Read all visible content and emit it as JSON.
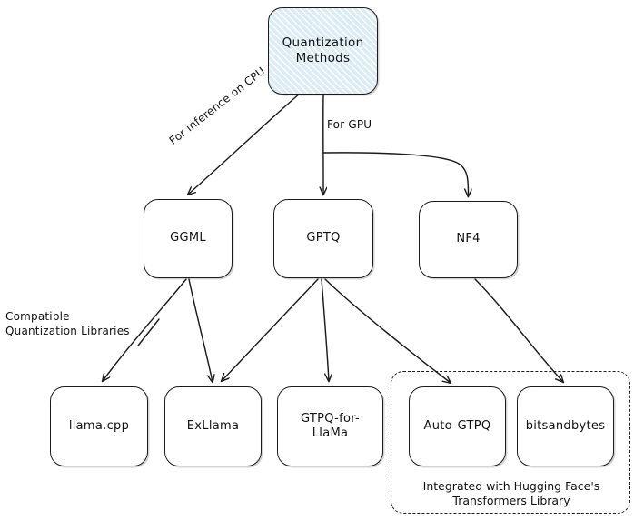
{
  "diagram": {
    "title": "Quantization Methods",
    "root": {
      "id": "quantization-methods",
      "label": "Quantization\nMethods",
      "fill": "#dcecf4",
      "stroke": "#1b1b1b"
    },
    "methods": [
      {
        "id": "ggml",
        "label": "GGML"
      },
      {
        "id": "gptq",
        "label": "GPTQ"
      },
      {
        "id": "nf4",
        "label": "NF4"
      }
    ],
    "libraries": [
      {
        "id": "llama-cpp",
        "label": "llama.cpp"
      },
      {
        "id": "exllama",
        "label": "ExLlama"
      },
      {
        "id": "gtpq-for-llama",
        "label": "GTPQ-for-LlaMa"
      },
      {
        "id": "auto-gtpq",
        "label": "Auto-GTPQ"
      },
      {
        "id": "bitsandbytes",
        "label": "bitsandbytes"
      }
    ],
    "edge_labels": {
      "cpu": "For inference on CPU",
      "gpu": "For GPU",
      "compatible_libraries": "Compatible\nQuantization Libraries"
    },
    "group": {
      "id": "hf-transformers-group",
      "caption": "Integrated with Hugging Face's\nTransformers Library",
      "members": [
        "auto-gtpq",
        "bitsandbytes"
      ],
      "border_style": "dashed"
    },
    "edges": [
      {
        "from": "quantization-methods",
        "to": "ggml",
        "label": "For inference on CPU"
      },
      {
        "from": "quantization-methods",
        "to": "gptq",
        "label": "For GPU"
      },
      {
        "from": "quantization-methods",
        "to": "nf4",
        "label": "For GPU"
      },
      {
        "from": "ggml",
        "to": "llama-cpp",
        "label": ""
      },
      {
        "from": "ggml",
        "to": "exllama",
        "label": ""
      },
      {
        "from": "gptq",
        "to": "exllama",
        "label": ""
      },
      {
        "from": "gptq",
        "to": "gtpq-for-llama",
        "label": ""
      },
      {
        "from": "gptq",
        "to": "auto-gtpq",
        "label": ""
      },
      {
        "from": "nf4",
        "to": "bitsandbytes",
        "label": ""
      }
    ],
    "style": {
      "background": "#ffffff",
      "stroke": "#1b1b1b",
      "sketch": true
    }
  }
}
